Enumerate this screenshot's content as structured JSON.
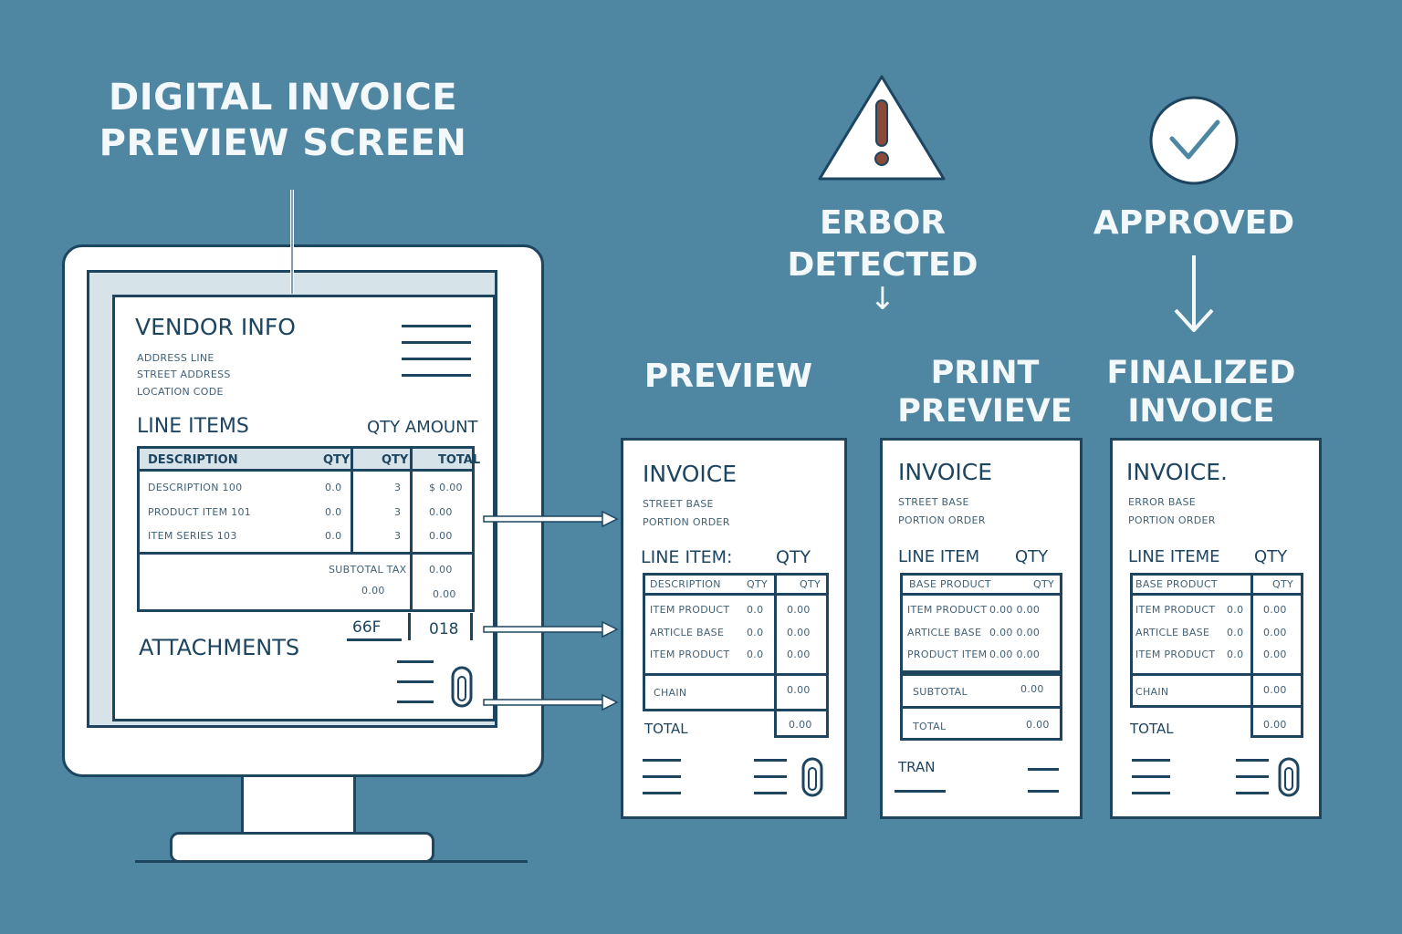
{
  "title": {
    "line1": "DIGITAL INVOICE",
    "line2": "PREVIEW SCREEN"
  },
  "monitor": {
    "vendor_info": "VENDOR INFO",
    "vendor_lines": [
      "ADDRESS LINE",
      "STREET ADDRESS",
      "LOCATION CODE"
    ],
    "line_items": "LINE ITEMS",
    "line_items_right": "QTY  AMOUNT",
    "table_header": [
      "DESCRIPTION",
      "QTY",
      "QTY",
      "TOTAL"
    ],
    "table_rows": [
      [
        "DESCRIPTION 100",
        "0.0",
        "3",
        "$ 0.00"
      ],
      [
        "PRODUCT ITEM 101",
        "0.0",
        "3",
        "0.00"
      ],
      [
        "ITEM SERIES 103",
        "0.0",
        "3",
        "0.00"
      ]
    ],
    "subtotal_label": "SUBTOTAL TAX",
    "subtotal_value": "0.00",
    "tax_value": "0.00",
    "total_value": "0.00",
    "total_left": "66F",
    "total_right": "018",
    "attachments": "ATTACHMENTS"
  },
  "error": {
    "line1": "ERBOR",
    "line2": "DETECTED",
    "arrow": "↓"
  },
  "approved": {
    "label": "APPROVED"
  },
  "cards": [
    {
      "heading": [
        "PREVIEW"
      ],
      "invoice": "INVOICE",
      "addr": [
        "STREET BASE",
        "PORTION ORDER"
      ],
      "line_item": "LINE ITEM:",
      "line_item_right": "QTY",
      "thead": [
        "DESCRIPTION",
        "QTY",
        "QTY"
      ],
      "rows": [
        [
          "ITEM PRODUCT",
          "0.0",
          "0.00"
        ],
        [
          "ARTICLE BASE",
          "0.0",
          "0.00"
        ],
        [
          "ITEM PRODUCT",
          "0.0",
          "0.00"
        ]
      ],
      "sum_label": "CHAIN",
      "sum_value": "0.00",
      "foot_label": "TOTAL",
      "foot_value": "0.00"
    },
    {
      "heading": [
        "PRINT",
        "PREVIEVE"
      ],
      "invoice": "INVOICE",
      "addr": [
        "STREET BASE",
        "PORTION ORDER"
      ],
      "line_item": "LINE ITEM",
      "line_item_right": "QTY",
      "thead": [
        "BASE PRODUCT",
        "QTY"
      ],
      "rows": [
        [
          "ITEM PRODUCT",
          "0.00 0.00"
        ],
        [
          "ARTICLE BASE",
          "0.00 0.00"
        ],
        [
          "PRODUCT ITEM",
          "0.00 0.00"
        ]
      ],
      "sum_label": "SUBTOTAL",
      "sum_value": "0.00",
      "foot_label": "TOTAL",
      "foot_value": "0.00",
      "final_label": "TRAN"
    },
    {
      "heading": [
        "FINALIZED",
        "INVOICE"
      ],
      "invoice": "INVOICE.",
      "addr": [
        "ERROR BASE",
        "PORTION ORDER"
      ],
      "line_item": "LINE ITEME",
      "line_item_right": "QTY",
      "thead": [
        "BASE PRODUCT",
        "QTY"
      ],
      "rows": [
        [
          "ITEM PRODUCT",
          "0.0",
          "0.00"
        ],
        [
          "ARTICLE BASE",
          "0.0",
          "0.00"
        ],
        [
          "ITEM PRODUCT",
          "0.0",
          "0.00"
        ]
      ],
      "sum_label": "CHAIN",
      "sum_value": "0.00",
      "foot_label": "TOTAL",
      "foot_value": "0.00"
    }
  ],
  "colors": {
    "background": "#4f86a2",
    "ink": "#1e4560",
    "paper": "#ffffff"
  }
}
